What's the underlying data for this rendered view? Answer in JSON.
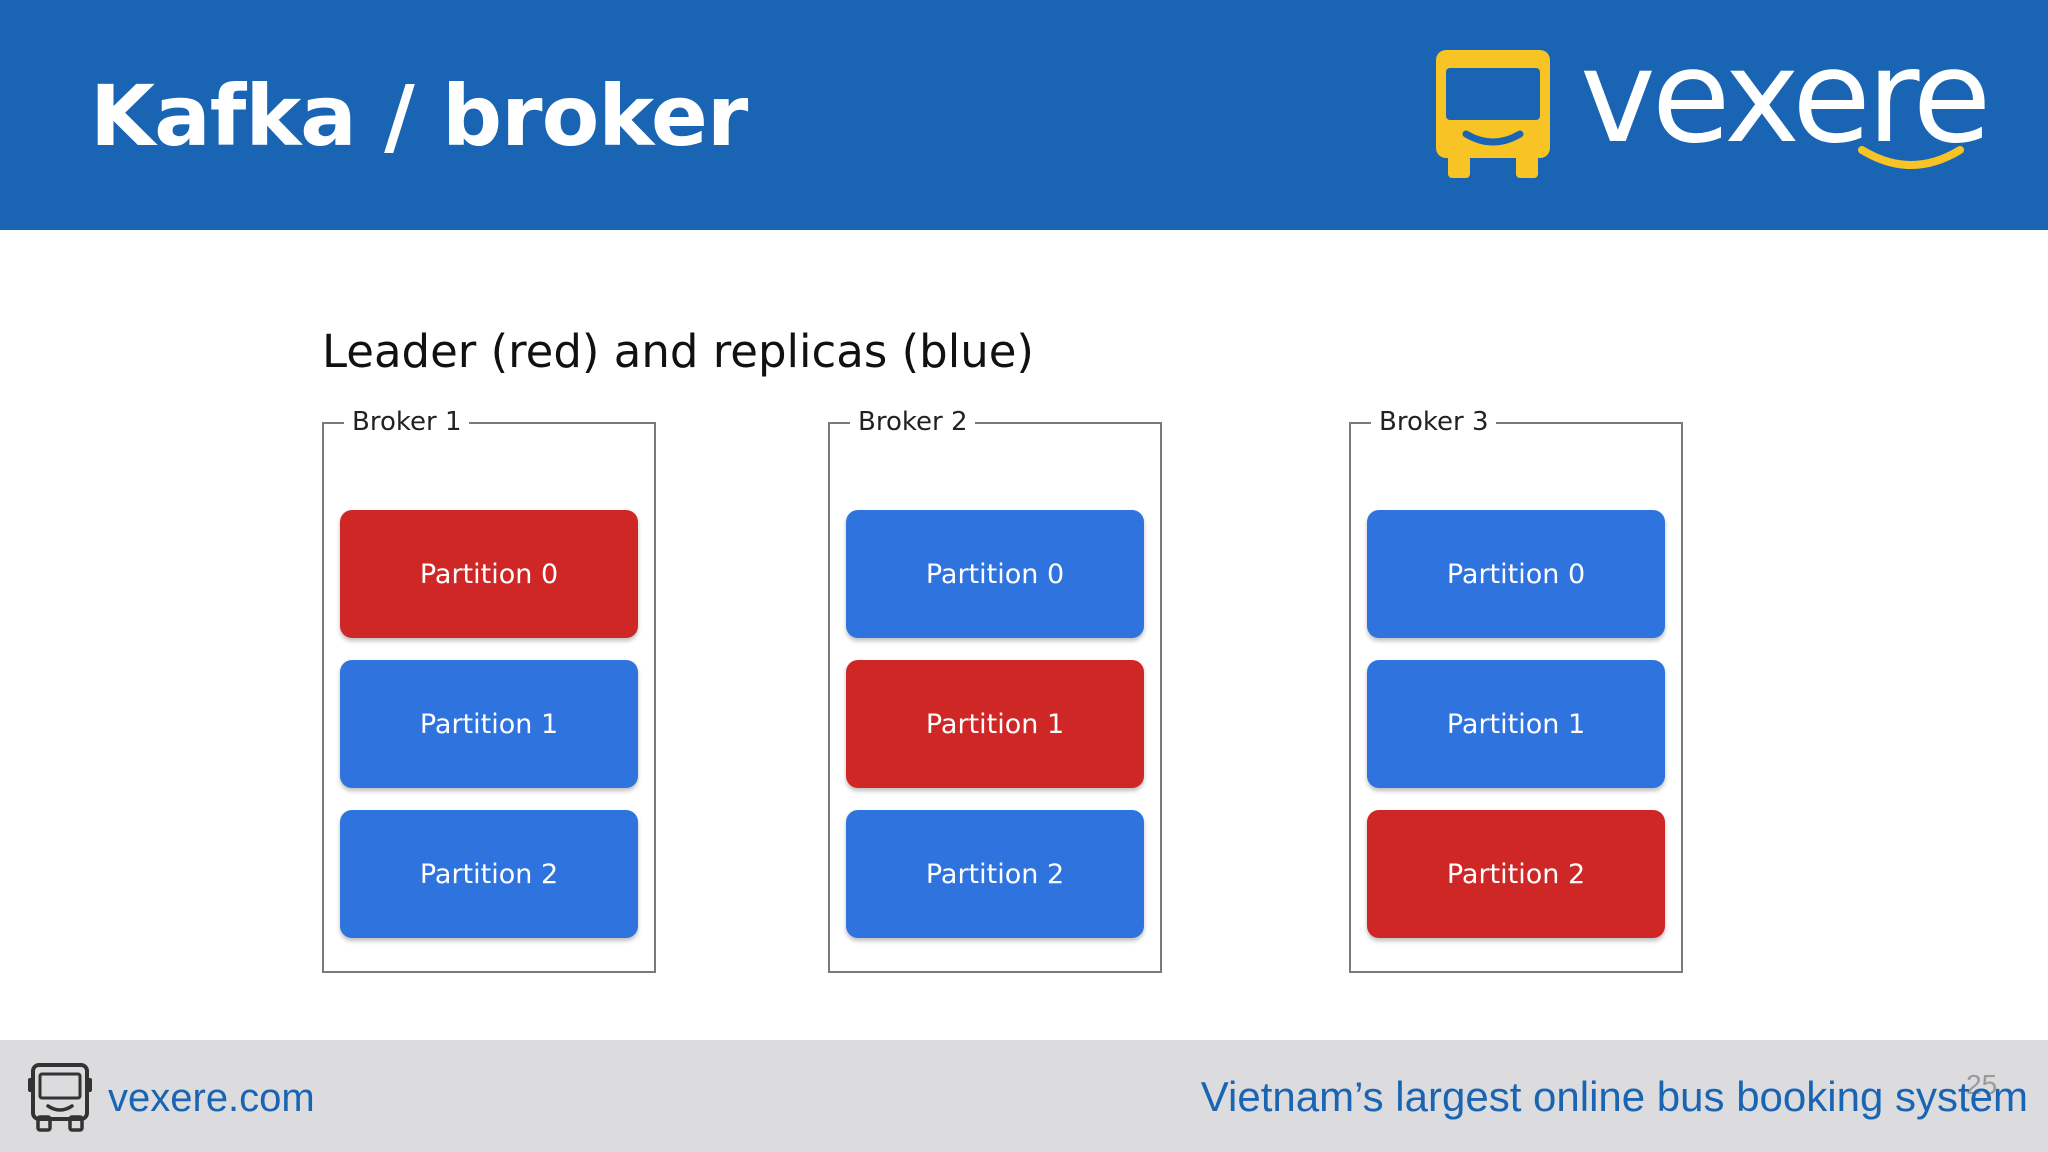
{
  "header": {
    "title": "Kafka / broker",
    "background_color": "#1a64b4"
  },
  "logo": {
    "text": "vexere",
    "bus_color": "#f7c325",
    "icon": "bus-icon"
  },
  "diagram": {
    "title": "Leader (red) and replicas (blue)",
    "leader_color": "#cf2626",
    "replica_color": "#2f73de",
    "brokers": [
      {
        "label": "Broker 1",
        "partitions": [
          {
            "label": "Partition 0",
            "role": "leader"
          },
          {
            "label": "Partition 1",
            "role": "replica"
          },
          {
            "label": "Partition 2",
            "role": "replica"
          }
        ]
      },
      {
        "label": "Broker 2",
        "partitions": [
          {
            "label": "Partition 0",
            "role": "replica"
          },
          {
            "label": "Partition 1",
            "role": "leader"
          },
          {
            "label": "Partition 2",
            "role": "replica"
          }
        ]
      },
      {
        "label": "Broker 3",
        "partitions": [
          {
            "label": "Partition 0",
            "role": "replica"
          },
          {
            "label": "Partition 1",
            "role": "replica"
          },
          {
            "label": "Partition 2",
            "role": "leader"
          }
        ]
      }
    ]
  },
  "footer": {
    "site": "vexere.com",
    "tagline": "Vietnam’s largest online bus booking system",
    "page_number": "25",
    "icon": "bus-outline-icon"
  }
}
